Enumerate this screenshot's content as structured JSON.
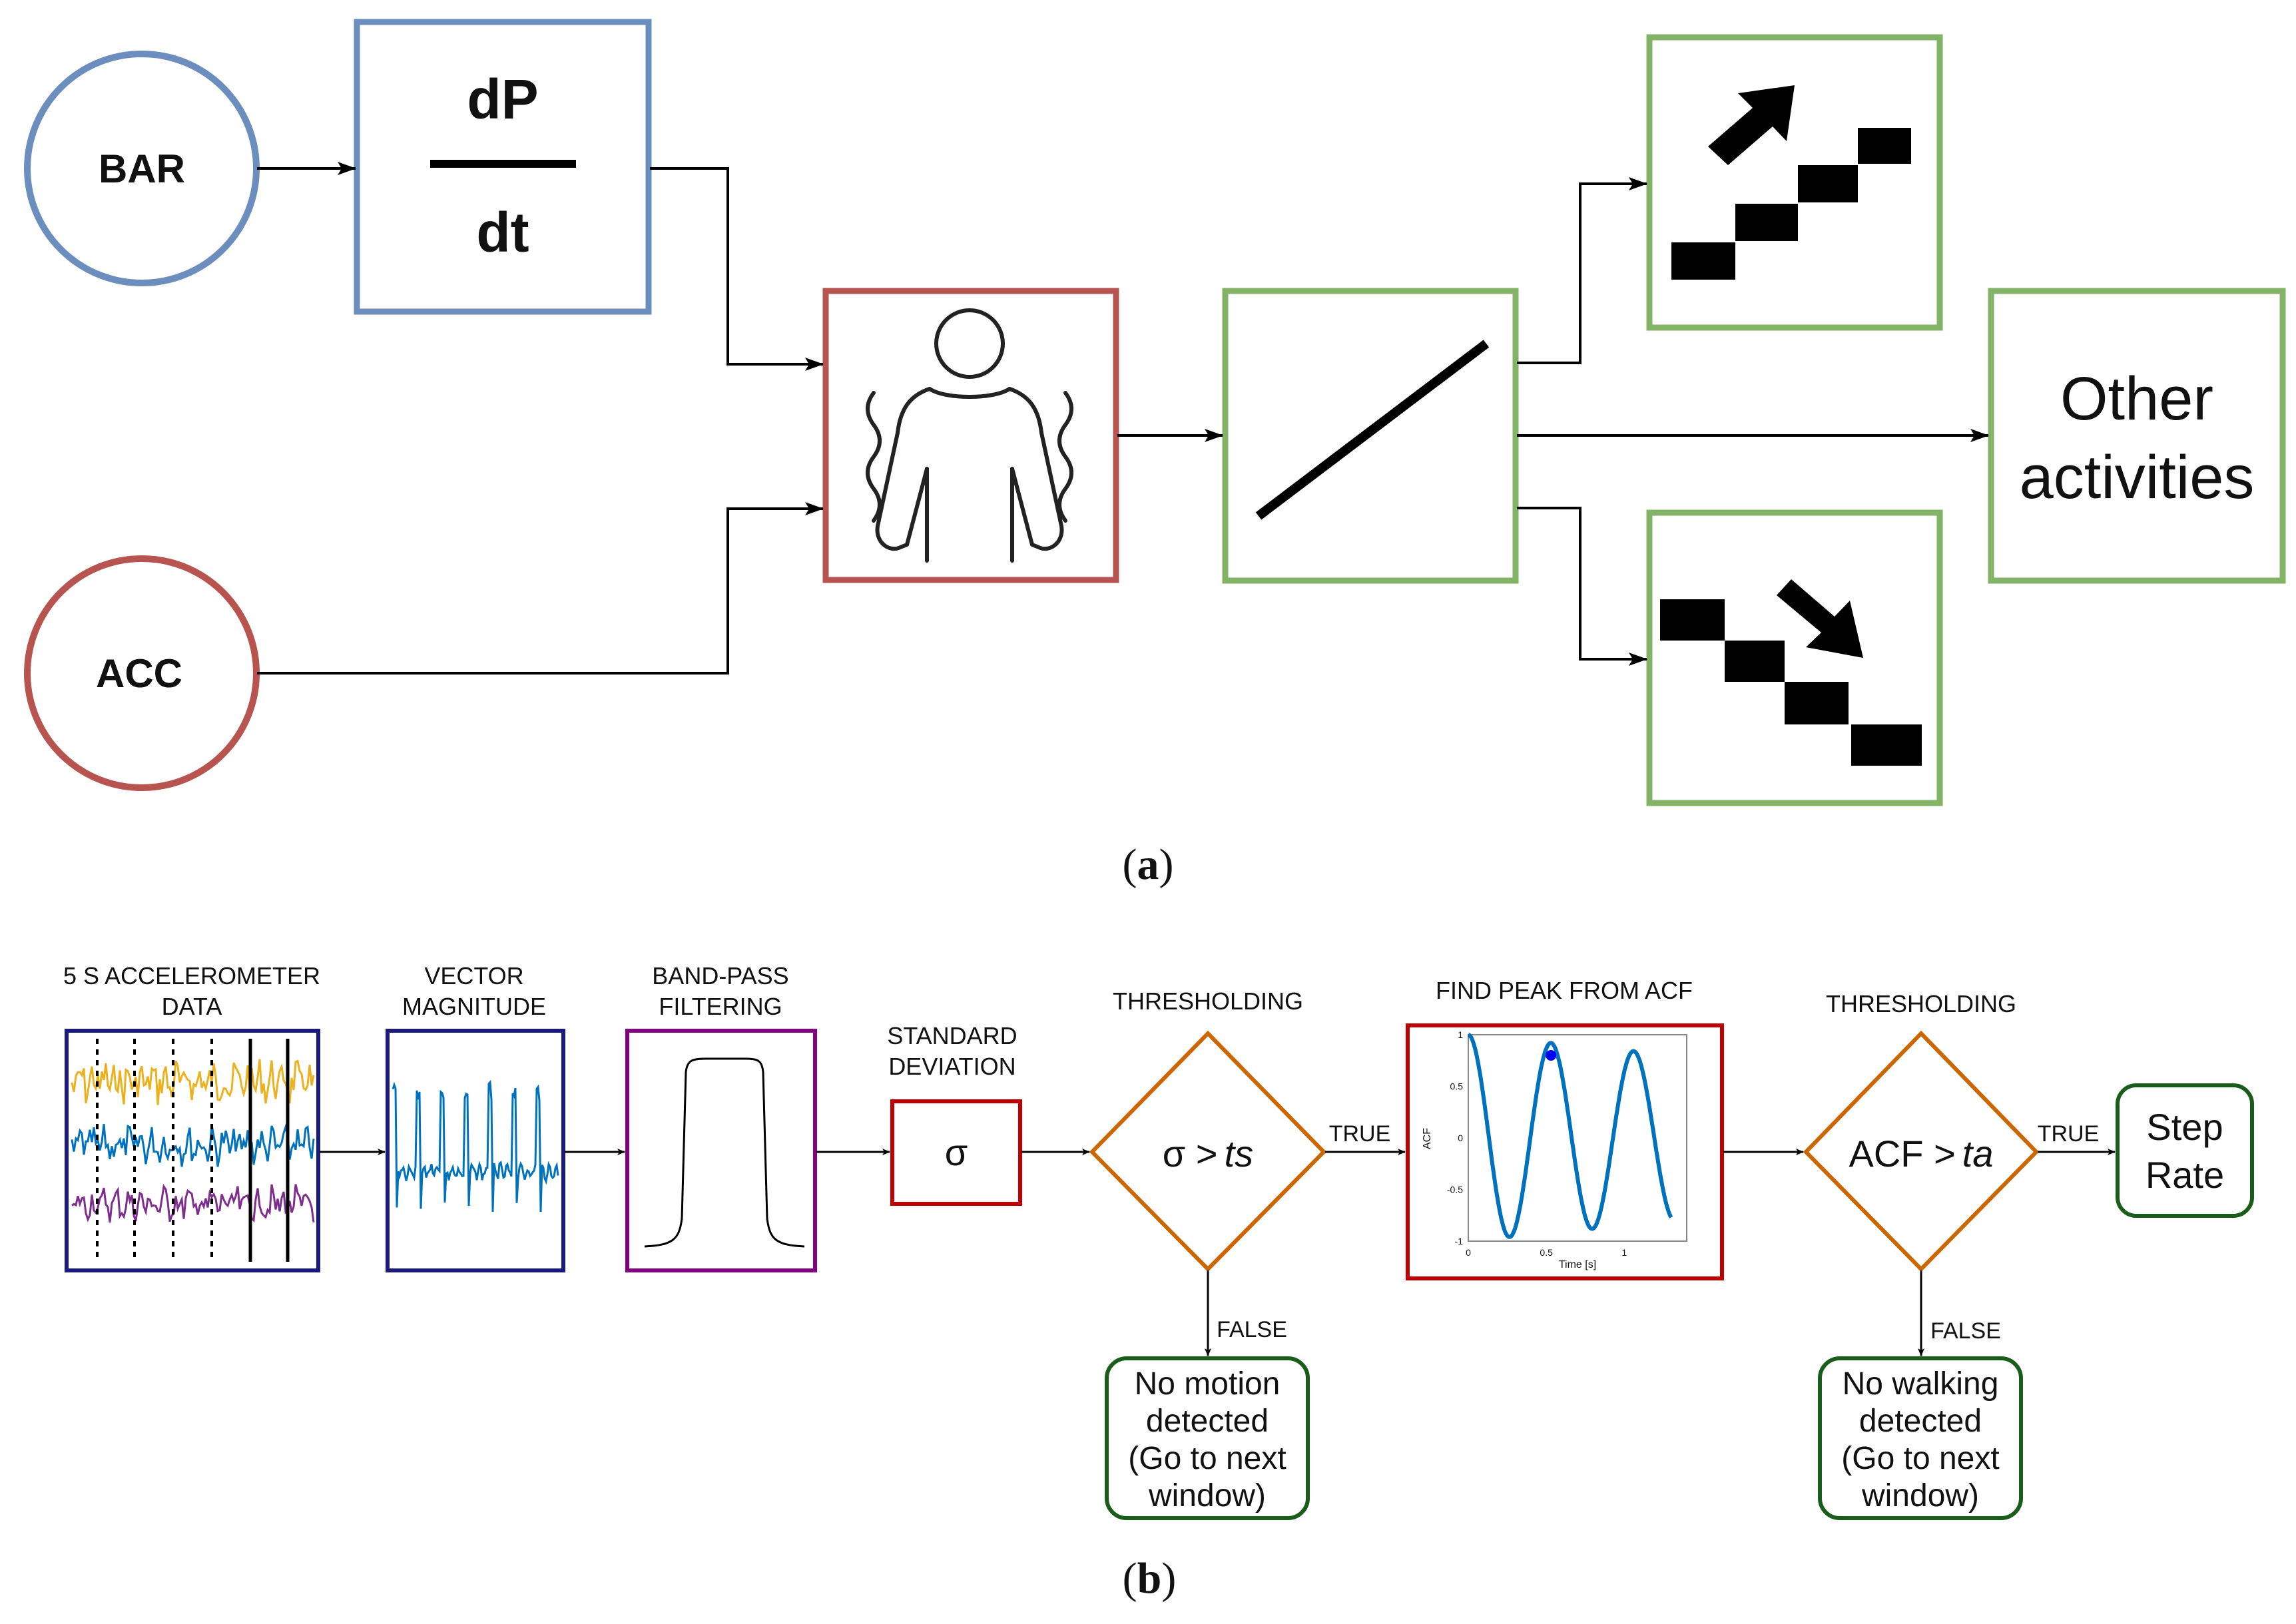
{
  "panel_a": {
    "caption_open": "(",
    "caption_letter": "a",
    "caption_close": ")",
    "bar_label": "BAR",
    "acc_label": "ACC",
    "derivative_top": "dP",
    "derivative_bottom": "dt",
    "other_line1": "Other",
    "other_line2": "activities",
    "colors": {
      "blue": "#6c8ebf",
      "red": "#b85450",
      "green": "#82b366"
    }
  },
  "panel_b": {
    "caption_open": "(",
    "caption_letter": "b",
    "caption_close": ")",
    "accel_line1": "5 S ACCELEROMETER",
    "accel_line2": "DATA",
    "vector_line1": "VECTOR",
    "vector_line2": "MAGNITUDE",
    "bandpass_line1": "BAND-PASS",
    "bandpass_line2": "FILTERING",
    "std_line1": "STANDARD",
    "std_line2": "DEVIATION",
    "sigma": "σ",
    "thresholding1": "THRESHOLDING",
    "cond1_sigma": "σ >",
    "cond1_ts": "ts",
    "true1": "TRUE",
    "false1": "FALSE",
    "no_motion": [
      "No motion",
      "detected",
      "(Go to next",
      "window)"
    ],
    "find_peak": "FIND PEAK FROM ACF",
    "thresholding2": "THRESHOLDING",
    "cond2_acf": "ACF >",
    "cond2_ta": "ta",
    "true2": "TRUE",
    "false2": "FALSE",
    "no_walking": [
      "No walking",
      "detected",
      "(Go to next",
      "window)"
    ],
    "step_line1": "Step",
    "step_line2": "Rate",
    "colors": {
      "navy": "#1a1a80",
      "purple": "#800080",
      "red": "#c00000",
      "orange": "#cc6600",
      "green": "#1a5c1a",
      "series_yellow": "#edb120",
      "series_blue": "#0072bd",
      "series_purple": "#7e2f8e"
    }
  },
  "acf_plot": {
    "xlabel": "Time [s]",
    "ylabel": "ACF",
    "xticks": [
      "0",
      "0.5",
      "1"
    ],
    "yticks": [
      "1",
      "0.5",
      "0",
      "-0.5",
      "-1"
    ],
    "xlim": [
      0,
      1.4
    ],
    "ylim": [
      -1,
      1
    ],
    "peak": {
      "x": 0.53,
      "y": 0.8
    }
  }
}
